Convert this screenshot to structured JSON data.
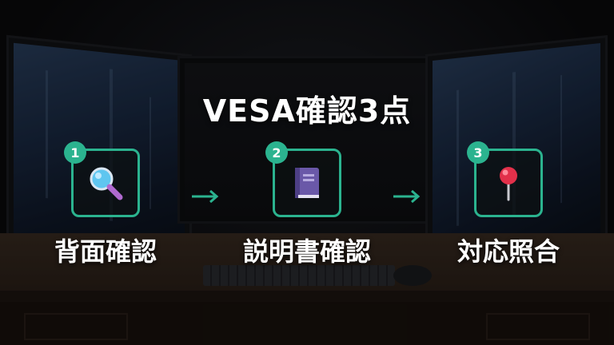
{
  "title": "VESA確認3点",
  "accent_color": "#2bb38f",
  "steps": [
    {
      "number": "1",
      "label": "背面確認",
      "icon": "magnifying-glass-icon"
    },
    {
      "number": "2",
      "label": "説明書確認",
      "icon": "manual-book-icon"
    },
    {
      "number": "3",
      "label": "対応照合",
      "icon": "red-pushpin-icon"
    }
  ],
  "arrow_icon": "right-arrow-icon"
}
